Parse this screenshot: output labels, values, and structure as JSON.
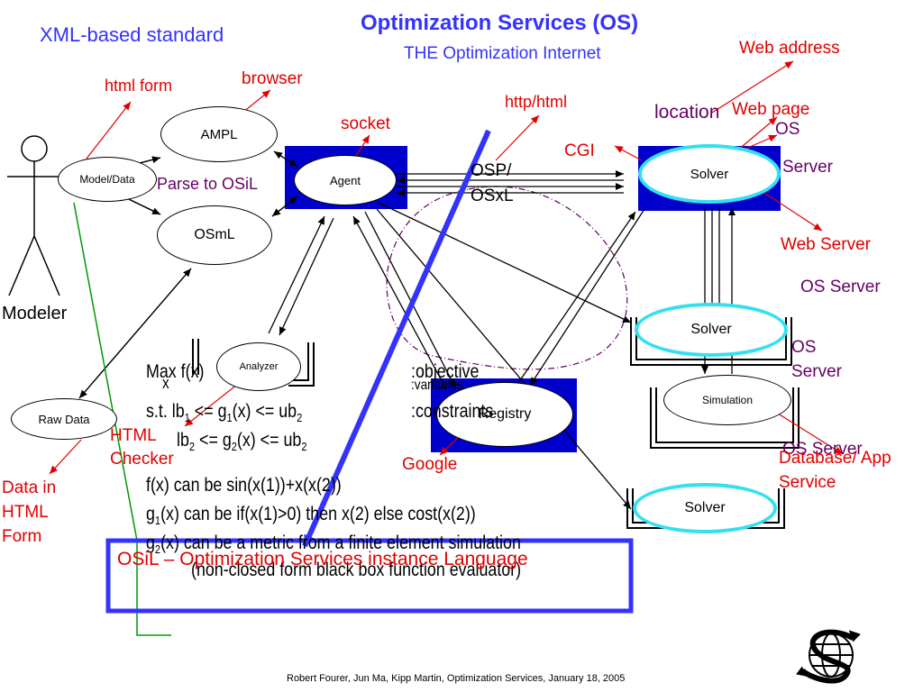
{
  "title": "Optimization Services (OS)",
  "subtitle": "THE Optimization Internet",
  "labels": {
    "xml_standard": "XML-based standard",
    "html_form": "html form",
    "browser": "browser",
    "http_html": "http/html",
    "web_address": "Web address",
    "location": "location",
    "web_page": "Web page",
    "os_server_top_1": "OS",
    "os_server_top_2": "Server",
    "socket": "socket",
    "cgi": "CGI",
    "parse_to_osil": "Parse to OSiL",
    "osp": "OSP/",
    "osxl": "OSxL",
    "web_server": "Web Server",
    "os_server_mid": "OS Server",
    "modeler": "Modeler",
    "os_server_right_1": "OS",
    "os_server_right_2": "Server",
    "html_checker_1": "HTML",
    "html_checker_2": "Checker",
    "google": "Google",
    "os_server_bottom": "OS Server",
    "database_app_1": "Database/ App",
    "database_app_2": "Service",
    "data_in_form_1": "Data in",
    "data_in_form_2": "HTML",
    "data_in_form_3": "Form",
    "osil_banner": "OSiL – Optimization Services instance Language"
  },
  "nodes": {
    "ampl": "AMPL",
    "model_data": "Model/Data",
    "agent": "Agent",
    "osml": "OSmL",
    "solver_top": "Solver",
    "solver_mid": "Solver",
    "solver_bottom": "Solver",
    "analyzer": "Analyzer",
    "raw_data": "Raw Data",
    "registry": "Registry",
    "simulation": "Simulation"
  },
  "math": {
    "max": "Max f(x)",
    "x": "x",
    "objective": ":objective",
    "variables": ":variables",
    "st": "s.t. lb",
    "st_sub1": "1",
    "st_mid": " <= g",
    "st_sub2": "1",
    "st_end": "(x) <= ub",
    "st_sub3": "2",
    "constraints": ":constraints",
    "lb2": "lb",
    "lb2_sub1": "2",
    "lb2_mid": " <= g",
    "lb2_sub2": "2",
    "lb2_end": "(x) <= ub",
    "lb2_sub3": "2",
    "fx": "f(x) can be sin(x(1))+x(x(2))",
    "g1_pre": "g",
    "g1_sub": "1",
    "g1_text": "(x) can be if(x(1)>0) then x(2) else cost(x(2))",
    "g2_pre": "g",
    "g2_sub": "2",
    "g2_text": "(x) can be a metric from a finite element simulation",
    "nonclosed": "(non-closed form black box function evaluator)"
  },
  "footer": "Robert Fourer, Jun Ma, Kipp Martin, Optimization Services, January 18, 2005",
  "logo": {
    "icon": "os-logo-icon"
  },
  "colors": {
    "blue_text": "#3333ff",
    "red_text": "#e00000",
    "purple_text": "#660066",
    "navy_box": "#0000cc",
    "cyan_ring": "#33e0f0",
    "banner_blue": "#3333ff",
    "green_bracket": "#009900"
  }
}
